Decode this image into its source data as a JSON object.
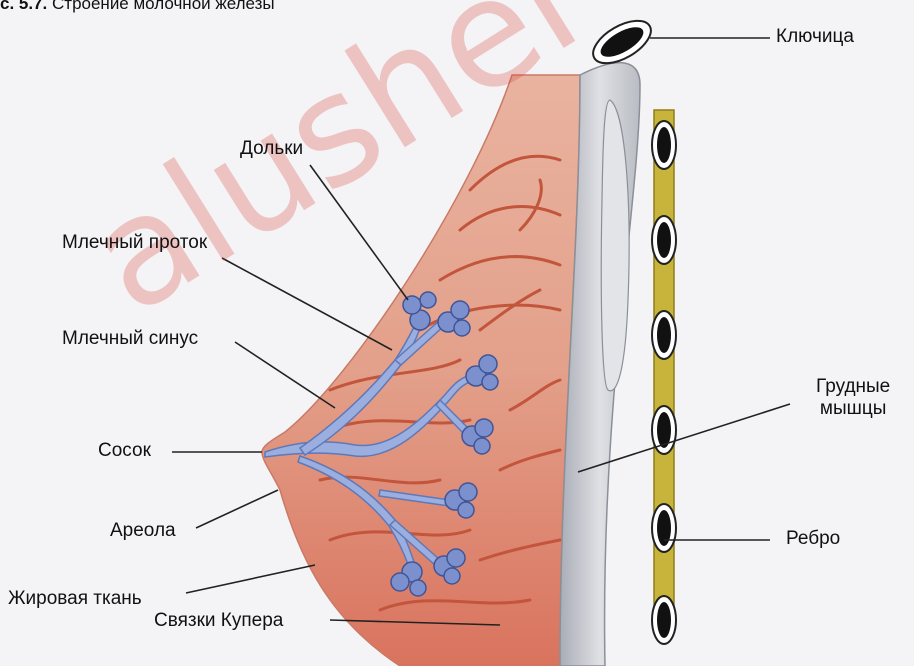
{
  "caption": {
    "number": "с. 5.7.",
    "title": "Строение молочной железы"
  },
  "labels": {
    "clavicle": "Ключица",
    "lobules": "Дольки",
    "milk_duct": "Млечный проток",
    "milk_sinus": "Млечный синус",
    "nipple": "Сосок",
    "areola": "Ареола",
    "fat_tissue": "Жировая ткань",
    "cooper_ligaments": "Связки Купера",
    "pectoral_muscles_1": "Грудные",
    "pectoral_muscles_2": "мышцы",
    "rib": "Ребро"
  },
  "watermark": "alusher",
  "colors": {
    "tissue": "#e6a58f",
    "tissue_dark": "#c9543f",
    "ducts": "#9aaee0",
    "lobules": "#6f86c4",
    "muscle": "#c9cbd1",
    "rib": "#c8b43a",
    "bone": "#111111"
  }
}
